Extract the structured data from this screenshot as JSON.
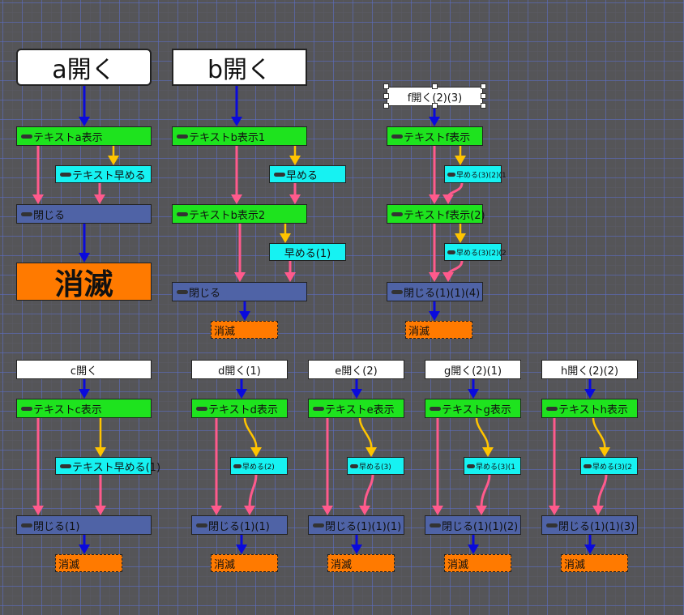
{
  "colors": {
    "flow_arrow": "#0a0adc",
    "fast_arrow": "#ffc400",
    "close_arrow": "#ff5a8c",
    "text_node": "#1ee31e",
    "fast_node": "#16f2f2",
    "close_node": "#4f63a6",
    "vanish_node": "#ff7a00",
    "open_node": "#ffffff",
    "background": "#555558"
  },
  "icons": {
    "node_icon": "cursor-bar-icon"
  },
  "flows": {
    "a": {
      "open": "a開く",
      "text": "テキストa表示",
      "fast": "テキスト早める",
      "close": "閉じる",
      "vanish": "消滅"
    },
    "b": {
      "open": "b開く",
      "text1": "テキストb表示1",
      "fast1": "早める",
      "text2": "テキストb表示2",
      "fast2": "早める(1)",
      "close": "閉じる",
      "vanish": "消滅"
    },
    "f": {
      "open": "f開く(2)(3)",
      "text1": "テキストf表示",
      "fast1": "早める(3)(2)(1",
      "text2": "テキストf表示(2)",
      "fast2": "早める(3)(2)(2",
      "close": "閉じる(1)(1)(4)",
      "vanish": "消滅"
    },
    "c": {
      "open": "c開く",
      "text": "テキストc表示",
      "fast": "テキスト早める(1)",
      "close": "閉じる(1)",
      "vanish": "消滅"
    },
    "d": {
      "open": "d開く(1)",
      "text": "テキストd表示",
      "fast": "早める(2)",
      "close": "閉じる(1)(1)",
      "vanish": "消滅"
    },
    "e": {
      "open": "e開く(2)",
      "text": "テキストe表示",
      "fast": "早める(3)",
      "close": "閉じる(1)(1)(1)",
      "vanish": "消滅"
    },
    "g": {
      "open": "g開く(2)(1)",
      "text": "テキストg表示",
      "fast": "早める(3)(1",
      "close": "閉じる(1)(1)(2)",
      "vanish": "消滅"
    },
    "h": {
      "open": "h開く(2)(2)",
      "text": "テキストh表示",
      "fast": "早める(3)(2",
      "close": "閉じる(1)(1)(3)",
      "vanish": "消滅"
    }
  }
}
